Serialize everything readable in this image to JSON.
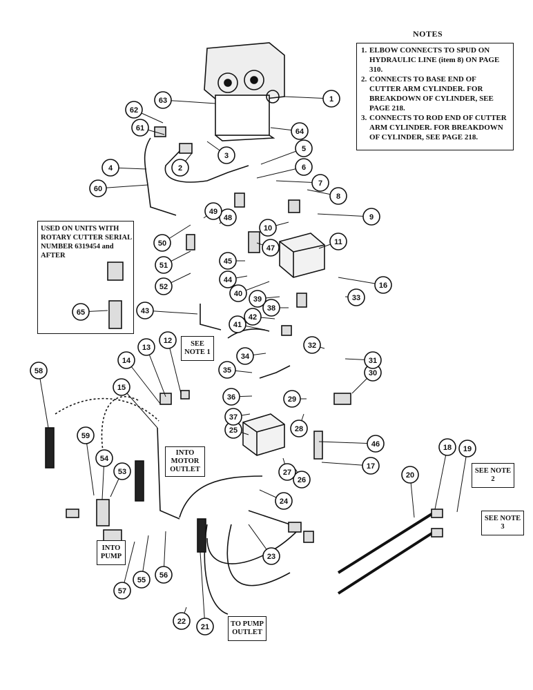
{
  "notes": {
    "title": "NOTES",
    "items": [
      {
        "num": "1.",
        "text": "ELBOW CONNECTS TO SPUD ON HYDRAULIC LINE (item 8) ON PAGE 310."
      },
      {
        "num": "2.",
        "text": "CONNECTS TO BASE END OF CUTTER ARM CYLINDER. FOR BREAKDOWN OF CYLINDER, SEE PAGE 218."
      },
      {
        "num": "3.",
        "text": "CONNECTS TO ROD END OF CUTTER ARM CYLINDER. FOR BREAKDOWN OF CYLINDER, SEE PAGE 218."
      }
    ]
  },
  "inset": {
    "text": "USED ON UNITS WITH ROTARY CUTTER SERIAL NUMBER 6319454 and AFTER"
  },
  "tags": {
    "see_note_1": "SEE NOTE 1",
    "see_note_2": "SEE NOTE 2",
    "see_note_3": "SEE NOTE 3",
    "into_motor_outlet": "INTO MOTOR OUTLET",
    "into_pump": "INTO PUMP",
    "to_pump_outlet": "TO PUMP OUTLET"
  },
  "callouts": [
    "1",
    "2",
    "3",
    "4",
    "5",
    "6",
    "7",
    "8",
    "9",
    "10",
    "11",
    "12",
    "13",
    "14",
    "15",
    "16",
    "17",
    "18",
    "19",
    "20",
    "21",
    "22",
    "23",
    "24",
    "25",
    "26",
    "27",
    "28",
    "29",
    "30",
    "31",
    "32",
    "33",
    "34",
    "35",
    "36",
    "37",
    "38",
    "39",
    "40",
    "41",
    "42",
    "43",
    "44",
    "45",
    "46",
    "47",
    "48",
    "49",
    "50",
    "51",
    "52",
    "53",
    "54",
    "55",
    "56",
    "57",
    "58",
    "59",
    "60",
    "61",
    "62",
    "63",
    "64",
    "65"
  ],
  "colors": {
    "ink": "#111111",
    "fill": "#ffffff"
  }
}
